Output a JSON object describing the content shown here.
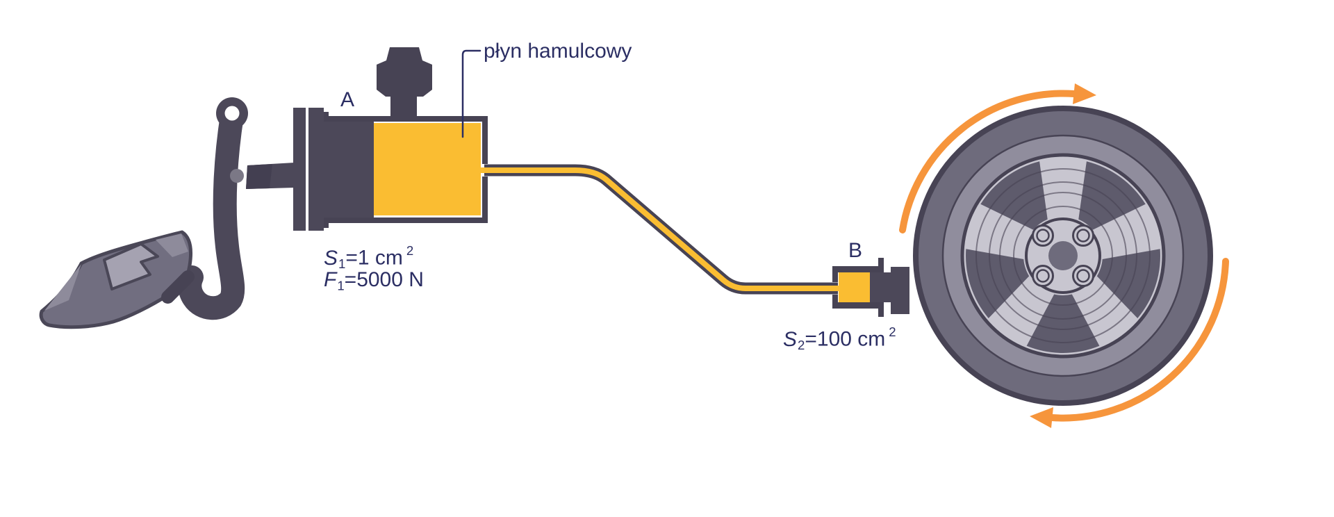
{
  "labels": {
    "fluid": "płyn hamulcowy",
    "point_a": "A",
    "point_b": "B",
    "s1": {
      "symbol": "S",
      "subscript": "1",
      "value": "=1 cm",
      "exponent": "2"
    },
    "f1": {
      "symbol": "F",
      "subscript": "1",
      "value": "=5000 N"
    },
    "s2": {
      "symbol": "S",
      "subscript": "2",
      "value": "=100 cm",
      "exponent": "2"
    }
  },
  "colors": {
    "background": "#FFFFFF",
    "outline_dark": "#474354",
    "component_dark": "#4C4859",
    "fluid_yellow": "#FABD32",
    "label_navy": "#2B2E63",
    "arrow_orange": "#F6953C",
    "tire_outer_gray": "#6E6B7C",
    "tire_inner_gray": "#908D9D",
    "rim_light": "#C8C6D0",
    "rim_gap_gray": "#5E5B6C",
    "shoe_gray": "#716E80",
    "shoe_panel_light": "#A5A2B1",
    "shoe_patch_gray": "#8E8B9B",
    "pivot_gray": "#7B7886"
  }
}
